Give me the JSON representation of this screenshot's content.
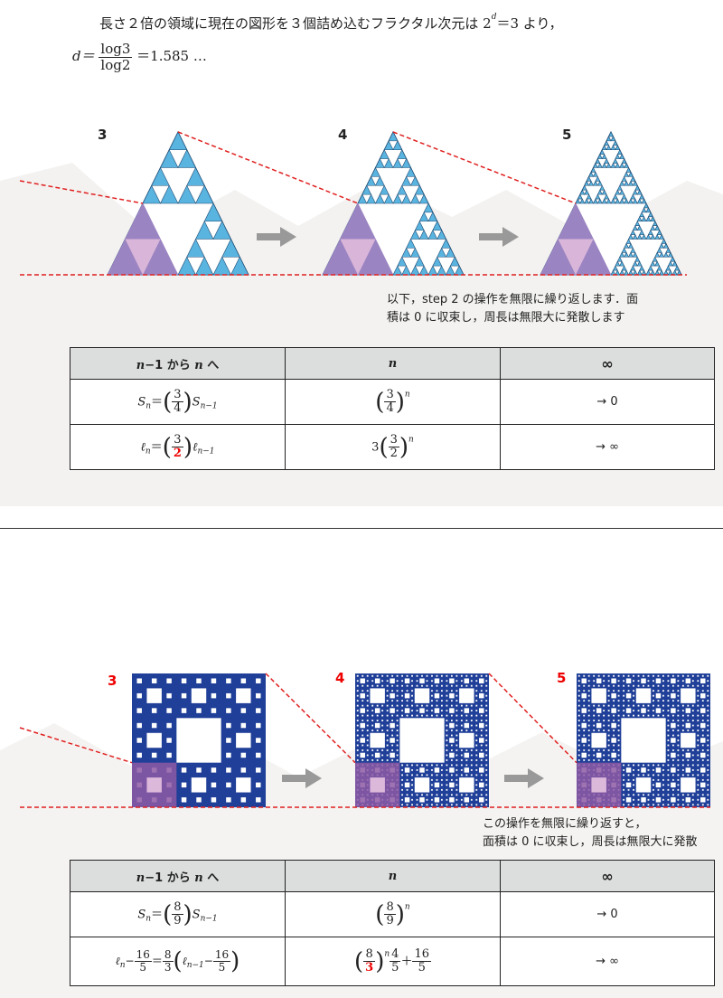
{
  "intro": {
    "sentence_before": "長さ２倍の領域に現在の図形を３個詰め込むフラクタル次元は 2",
    "sentence_sup": "d",
    "sentence_after": "＝3 より，",
    "d_lhs": "d＝",
    "frac_num": "log3",
    "frac_den": "log2",
    "d_rhs": "＝1.585 …"
  },
  "sierpinski": {
    "steps": [
      "3",
      "4",
      "5"
    ],
    "note_line1": "以下，step 2 の操作を無限に繰り返します．面",
    "note_line2": "積は 0 に収束し，周長は無限大に発散します",
    "table": {
      "header_left_a": "n",
      "header_left_b": "−1 から ",
      "header_left_c": "n",
      "header_left_d": " へ",
      "header_mid": "n",
      "header_right": "∞",
      "row1_arrow": "→ 0",
      "row2_arrow": "→ ∞",
      "row1_left_lhs": "S",
      "row1_left_sub": "n",
      "row1_left_eq": "＝",
      "row1_left_num": "3",
      "row1_left_den": "4",
      "row1_left_rhs": "S",
      "row1_left_rhs_sub": "n−1",
      "row1_mid_num": "3",
      "row1_mid_den": "4",
      "row1_mid_exp": "n",
      "row2_left_lhs": "ℓ",
      "row2_left_sub": "n",
      "row2_left_eq": "＝",
      "row2_left_num": "3",
      "row2_left_den": "2",
      "row2_left_rhs": "ℓ",
      "row2_left_rhs_sub": "n−1",
      "row2_mid_coef": "3",
      "row2_mid_num": "3",
      "row2_mid_den": "2",
      "row2_mid_exp": "n"
    }
  },
  "carpet": {
    "steps": [
      "3",
      "4",
      "5"
    ],
    "note_line1": "この操作を無限に繰り返すと，",
    "note_line2": "面積は 0 に収束し，周長は無限大に発散",
    "table": {
      "header_left_a": "n",
      "header_left_b": "−1 から ",
      "header_left_c": "n",
      "header_left_d": " へ",
      "header_mid": "n",
      "header_right": "∞",
      "row1_arrow": "→ 0",
      "row2_arrow": "→ ∞",
      "row1_left_lhs": "S",
      "row1_left_sub": "n",
      "row1_left_eq": "＝",
      "row1_left_num": "8",
      "row1_left_den": "9",
      "row1_left_rhs": "S",
      "row1_left_rhs_sub": "n−1",
      "row1_mid_num": "8",
      "row1_mid_den": "9",
      "row1_mid_exp": "n",
      "row2_left_lhs": "ℓ",
      "row2_left_sub": "n",
      "row2_left_minus": "−",
      "row2_left_f1_num": "16",
      "row2_left_f1_den": "5",
      "row2_left_eq": "＝",
      "row2_left_f2_num": "8",
      "row2_left_f2_den": "3",
      "row2_left_inner_l": "ℓ",
      "row2_left_inner_sub": "n−1",
      "row2_left_inner_minus": "−",
      "row2_left_f3_num": "16",
      "row2_left_f3_den": "5",
      "row2_mid_num": "8",
      "row2_mid_den": "3",
      "row2_mid_exp": "n",
      "row2_mid_f2_num": "4",
      "row2_mid_f2_den": "5",
      "row2_mid_plus": "＋",
      "row2_mid_f3_num": "16",
      "row2_mid_f3_den": "5"
    }
  },
  "colors": {
    "tri_fill": "#5ab4e0",
    "tri_hole": "#ffffff",
    "tri_stroke": "#1e4b73",
    "tri_highlight": "#9b84c2",
    "tri_highlight_light": "#d9b6d9",
    "carpet_fill": "#1f3f98",
    "carpet_highlight": "#8e5aa5",
    "carpet_highlight_light": "#dcb8db",
    "dash_red": "#e02020",
    "arrow_gray": "#999999",
    "header_gray": "#dcdddd",
    "red_text": "#e00000"
  }
}
